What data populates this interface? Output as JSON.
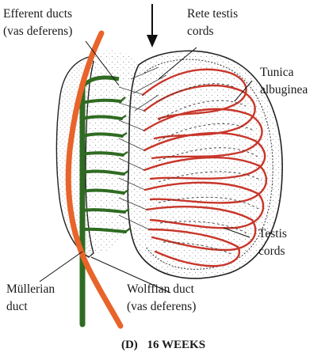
{
  "labels": {
    "efferent_ducts": [
      "Efferent ducts",
      "(vas deferens)"
    ],
    "rete_testis": [
      "Rete testis",
      "cords"
    ],
    "tunica_albuginea": [
      "Tunica",
      "albuginea"
    ],
    "testis_cords": [
      "Testis",
      "cords"
    ],
    "mullerian_duct": [
      "Müllerian",
      "duct"
    ],
    "wolffian_duct": [
      "Wolffian duct",
      "(vas deferens)"
    ]
  },
  "caption": {
    "letter": "(D)",
    "stage": "16 WEEKS"
  },
  "colors": {
    "testis_cords": "#c8362a",
    "mullerian_duct": "#e8642a",
    "wolffian_duct": "#2f6b22",
    "stipple": "#9a9a9a",
    "outline": "#222222"
  },
  "icons": {
    "arrow": "down-arrow-icon"
  }
}
